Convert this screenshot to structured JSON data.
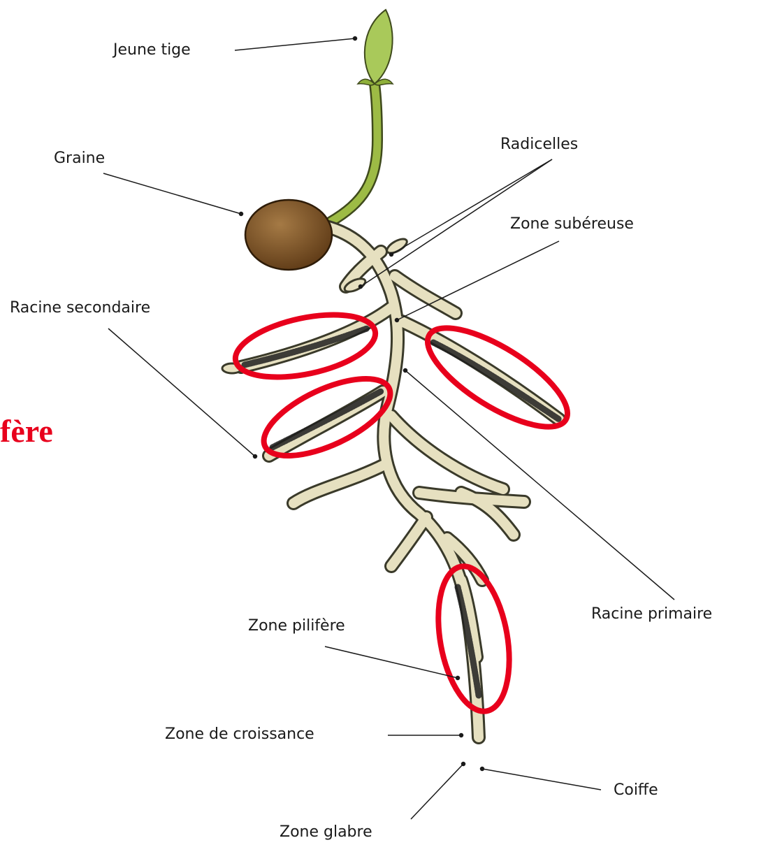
{
  "labels": {
    "jeune_tige": "Jeune tige",
    "graine": "Graine",
    "radicelles": "Radicelles",
    "zone_subereuse": "Zone subéreuse",
    "racine_secondaire": "Racine secondaire",
    "racine_primaire": "Racine primaire",
    "zone_pilifere": "Zone pilifère",
    "zone_croissance": "Zone de croissance",
    "coiffe": "Coiffe",
    "zone_glabre": "Zone glabre"
  },
  "overlay_text": "fère",
  "colors": {
    "highlight": "#e8001c",
    "seed": "#7a4f22",
    "root_fill": "#e8e2c4",
    "root_outline": "#3a3a2a",
    "stem": "#8fb03a",
    "leaf": "#a9c95a"
  }
}
